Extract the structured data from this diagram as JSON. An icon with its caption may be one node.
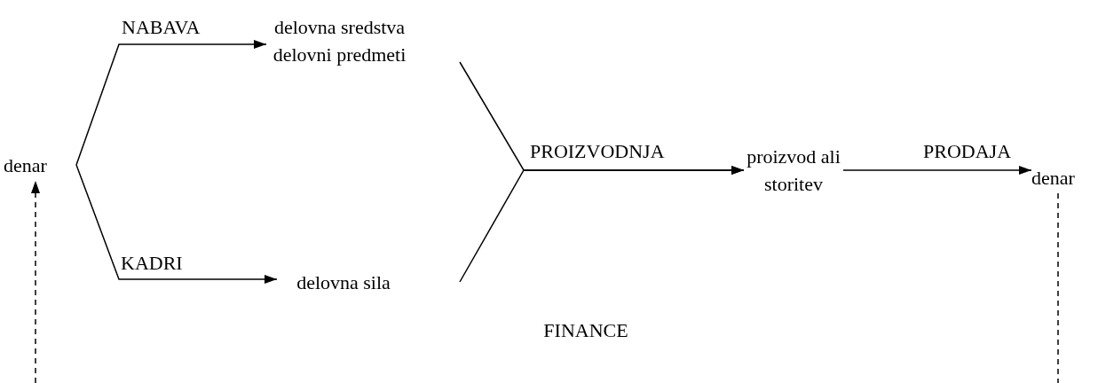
{
  "diagram": {
    "nodes": [
      {
        "text": [
          "denar"
        ]
      },
      {
        "text": [
          "delovna sredstva delovni predmeti"
        ]
      },
      {
        "text": [
          "delovna sila"
        ]
      },
      {
        "text": [
          "proizvod ali storitev"
        ]
      },
      {
        "text": [
          "denar"
        ]
      }
    ],
    "edges": [
      {
        "from": 0,
        "to": 1,
        "arrow": "to",
        "label": "NABAVA"
      },
      {
        "from": 0,
        "to": 2,
        "arrow": "to",
        "label": "KADRI"
      },
      {
        "from": 1,
        "to": 3,
        "arrow": "to",
        "label": "PROIZVODNJA"
      },
      {
        "from": 2,
        "to": 3,
        "arrow": "to"
      },
      {
        "from": 3,
        "to": 4,
        "arrow": "to",
        "label": "PRODAJA"
      },
      {
        "from": 4,
        "to": null,
        "arrow": "none",
        "style": "dashed"
      },
      {
        "from": null,
        "to": 0,
        "arrow": "to",
        "style": "dashed"
      }
    ],
    "labels": [
      "FINANCE"
    ]
  }
}
